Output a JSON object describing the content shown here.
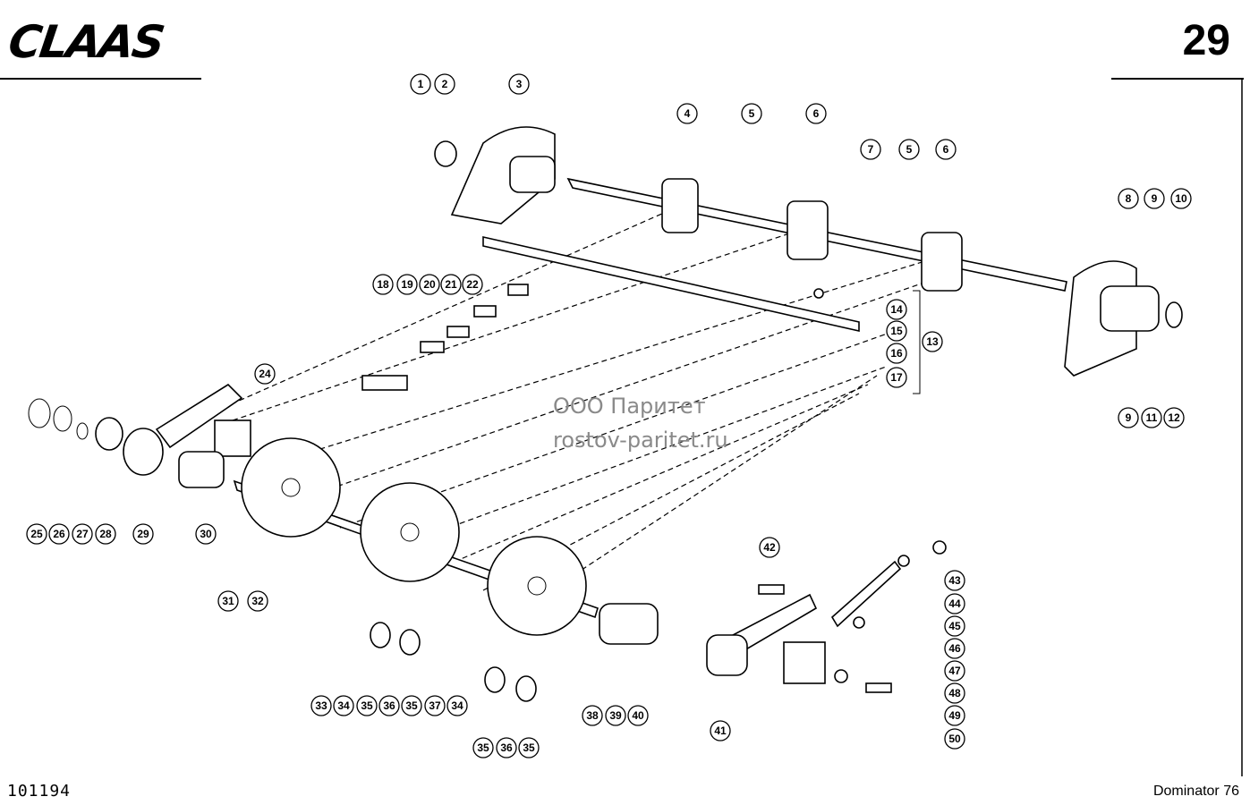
{
  "header": {
    "brand": "CLAAS",
    "page_number": "29"
  },
  "footer": {
    "doc_id": "101194",
    "model": "Dominator 76"
  },
  "watermark": {
    "line1": "ООО Паритет",
    "line2": "rostov-paritet.ru"
  },
  "callouts": [
    "1",
    "2",
    "3",
    "4",
    "5",
    "6",
    "7",
    "5",
    "6",
    "8",
    "9",
    "10",
    "22",
    "14",
    "15",
    "13",
    "16",
    "17",
    "18",
    "19",
    "20",
    "21",
    "24",
    "9",
    "11",
    "12",
    "25",
    "26",
    "27",
    "28",
    "29",
    "30",
    "31",
    "32",
    "42",
    "43",
    "44",
    "45",
    "46",
    "47",
    "48",
    "49",
    "50",
    "33",
    "34",
    "35",
    "36",
    "35",
    "37",
    "34",
    "38",
    "39",
    "40",
    "41",
    "35",
    "36",
    "35"
  ]
}
